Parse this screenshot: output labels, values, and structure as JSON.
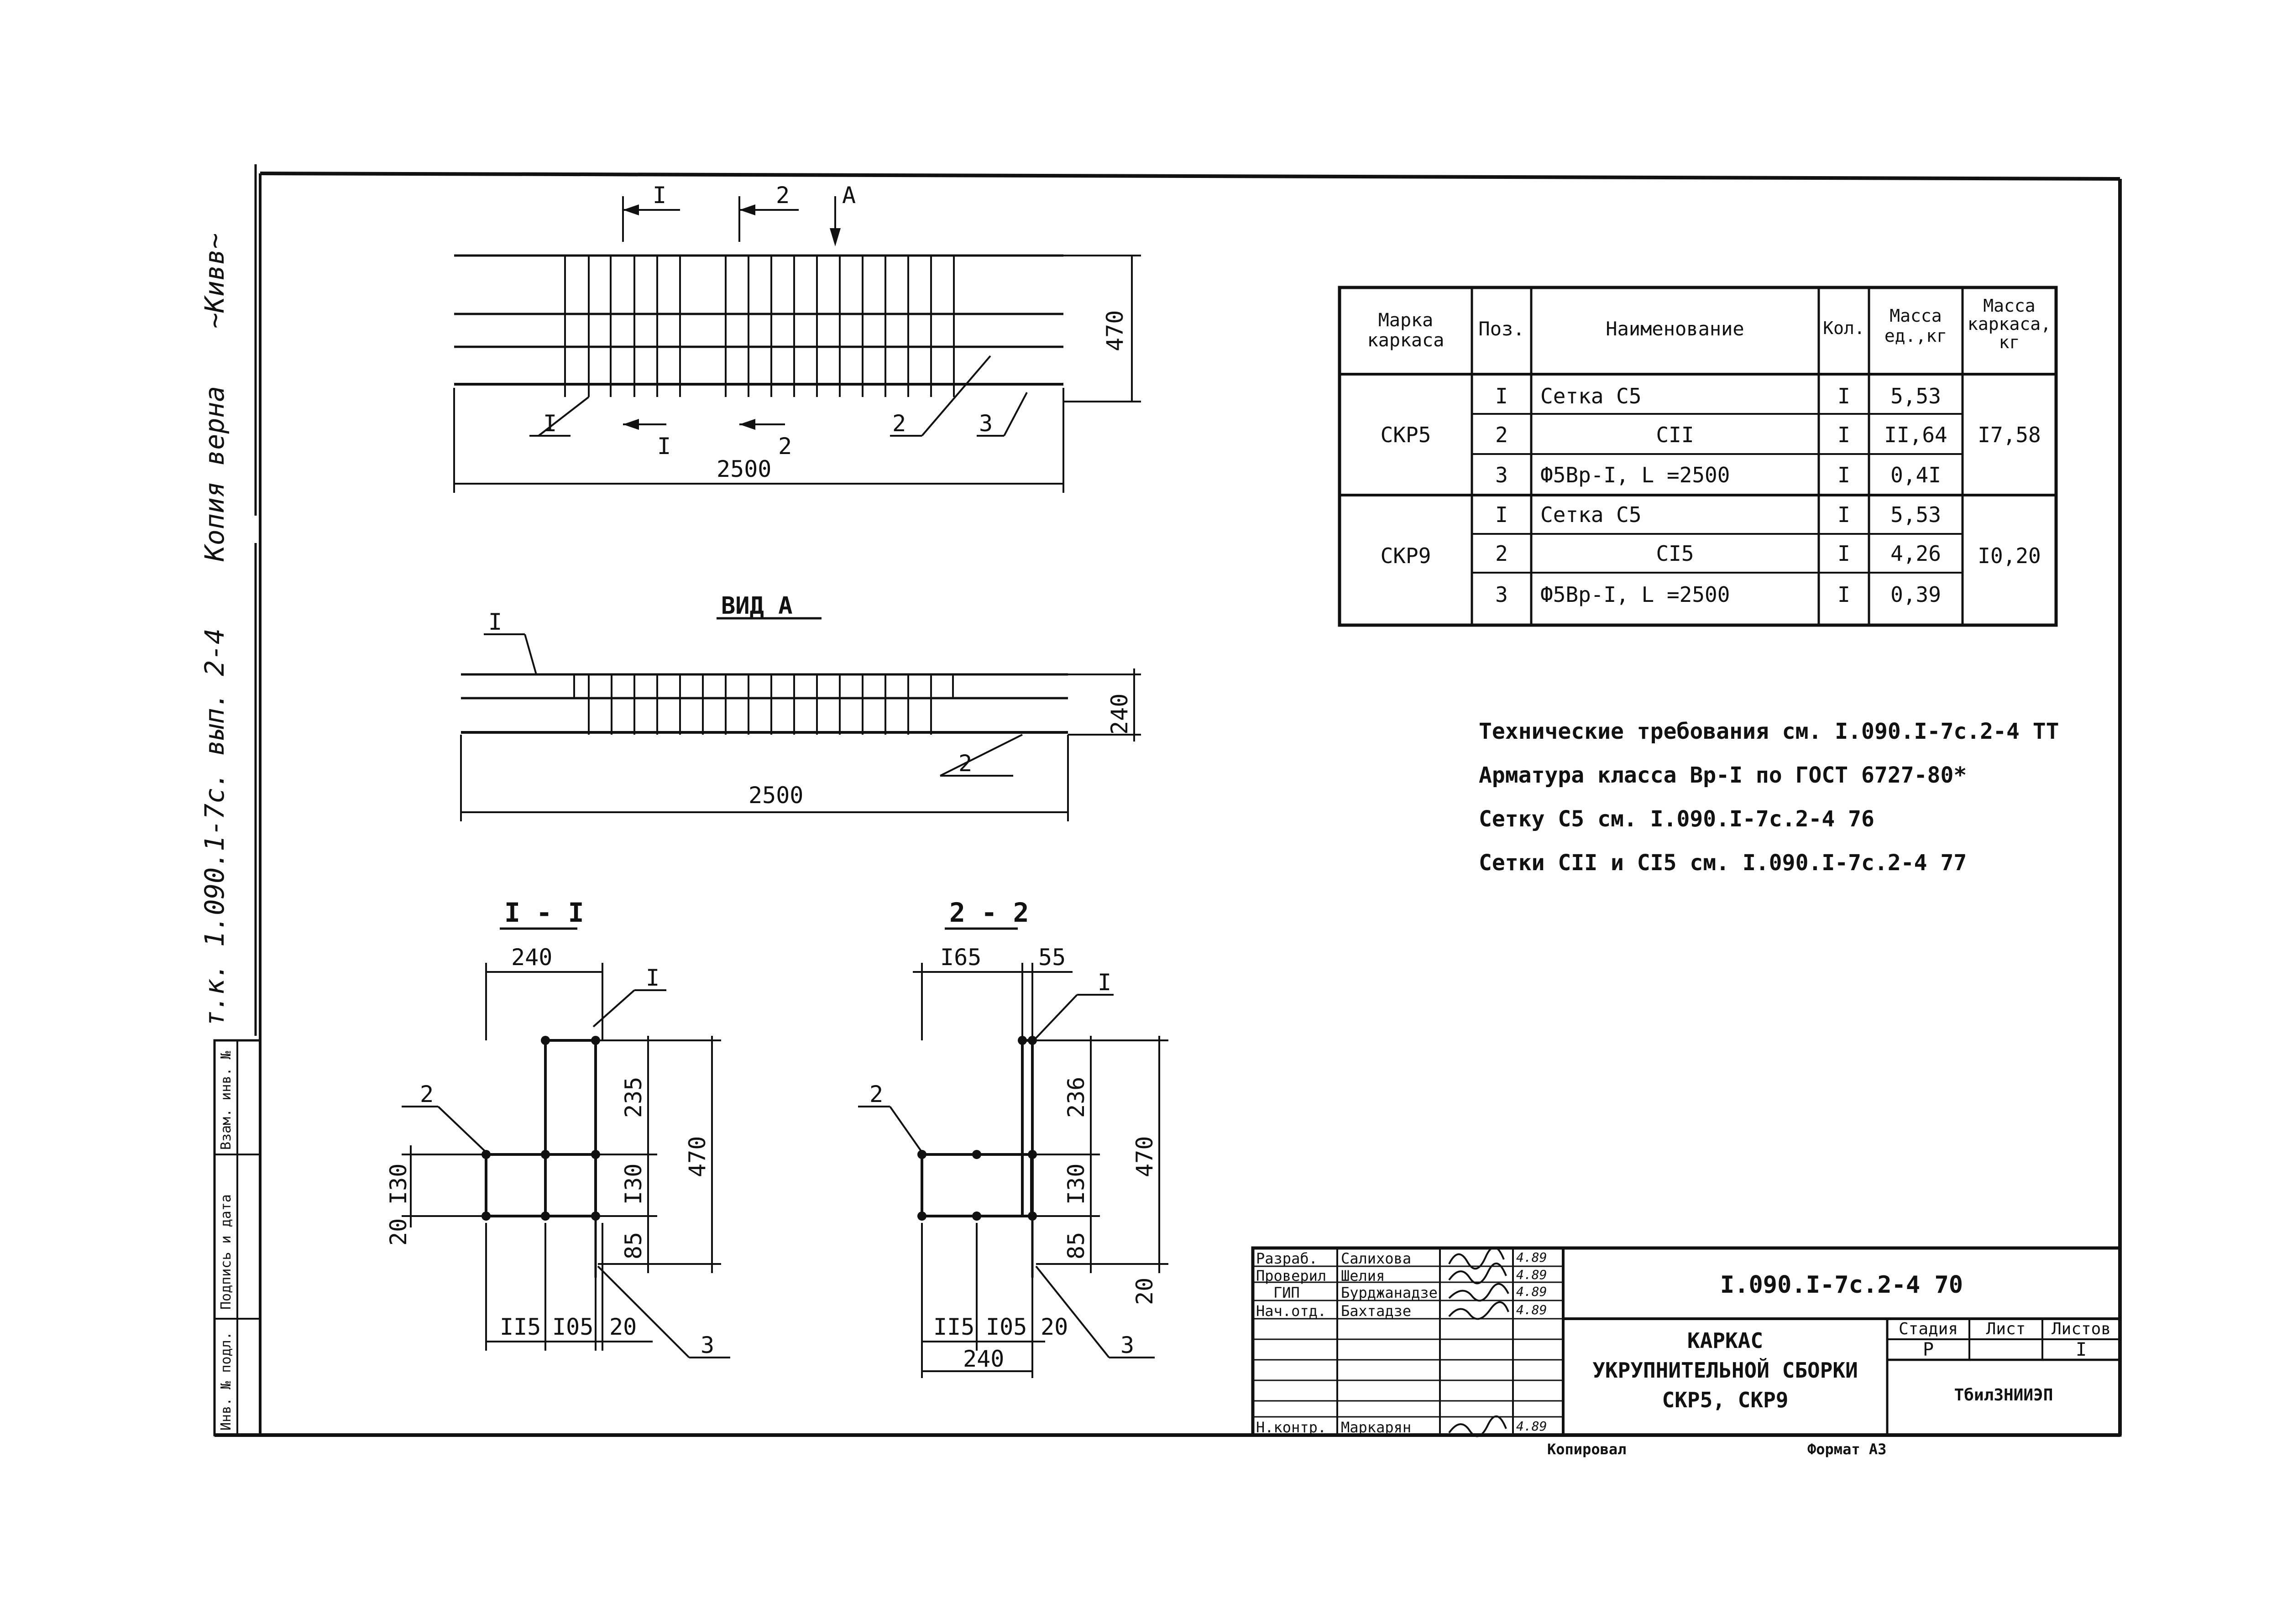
{
  "side_notes": {
    "copy_verified": "Копия верна",
    "series_ref": "т.к. 1.090.1-7с. вып. 2-4"
  },
  "stamp_labels": [
    "Инв. № подл.",
    "Подпись и дата",
    "Взам. инв. №"
  ],
  "plan": {
    "section_marks": [
      "I",
      "2",
      "А",
      "I",
      "2"
    ],
    "callouts": [
      "I",
      "2",
      "3"
    ],
    "dim_length": "2500",
    "dim_height": "470"
  },
  "view_a": {
    "title": "ВИД А",
    "callouts": [
      "I",
      "2"
    ],
    "dim_length": "2500",
    "dim_height": "240"
  },
  "section_1": {
    "title": "I - I",
    "dims": [
      "240",
      "235",
      "I30",
      "470",
      "I30",
      "85",
      "20",
      "II5",
      "I05",
      "20"
    ],
    "callouts": [
      "I",
      "2",
      "3"
    ]
  },
  "section_2": {
    "title": "2 - 2",
    "dims": [
      "I65",
      "55",
      "236",
      "I30",
      "470",
      "85",
      "20",
      "II5",
      "I05",
      "20",
      "240"
    ],
    "callouts": [
      "I",
      "2",
      "3"
    ]
  },
  "spec_table": {
    "headers": [
      "Марка каркаса",
      "Поз.",
      "Наименование",
      "Кол.",
      "Масса ед.,кг",
      "Масса каркаса, кг"
    ],
    "groups": [
      {
        "mark": "СКР5",
        "total": "I7,58",
        "rows": [
          {
            "pos": "I",
            "name": "Сетка С5",
            "qty": "I",
            "mass": "5,53"
          },
          {
            "pos": "2",
            "name": "СII",
            "qty": "I",
            "mass": "II,64"
          },
          {
            "pos": "3",
            "name": "Ф5Вр-I, L =2500",
            "qty": "I",
            "mass": "0,4I"
          }
        ]
      },
      {
        "mark": "СКР9",
        "total": "I0,20",
        "rows": [
          {
            "pos": "I",
            "name": "Сетка С5",
            "qty": "I",
            "mass": "5,53"
          },
          {
            "pos": "2",
            "name": "СI5",
            "qty": "I",
            "mass": "4,26"
          },
          {
            "pos": "3",
            "name": "Ф5Вр-I, L =2500",
            "qty": "I",
            "mass": "0,39"
          }
        ]
      }
    ]
  },
  "notes": [
    "Технические требования см. I.090.I-7с.2-4 ТТ",
    "Арматура класса Вр-I по ГОСТ 6727-80*",
    "Сетку С5 см. I.090.I-7с.2-4 76",
    "Сетки СII и СI5 см. I.090.I-7с.2-4 77"
  ],
  "title_block": {
    "roles": [
      {
        "role": "Разраб.",
        "name": "Салихова",
        "date": "4.89"
      },
      {
        "role": "Проверил",
        "name": "Шелия",
        "date": "4.89"
      },
      {
        "role": "ГИП",
        "name": "Бурджанадзе",
        "date": "4.89"
      },
      {
        "role": "Нач.отд.",
        "name": "Бахтадзе",
        "date": "4.89"
      },
      {
        "role": "Н.контр.",
        "name": "Маркарян",
        "date": "4.89"
      }
    ],
    "doc_code": "I.090.I-7с.2-4 70",
    "title_lines": [
      "КАРКАС",
      "УКРУПНИТЕЛЬНОЙ СБОРКИ",
      "СКР5, СКР9"
    ],
    "stage_header": "Стадия",
    "sheet_header": "Лист",
    "sheets_header": "Листов",
    "stage": "Р",
    "sheet": "",
    "sheets": "I",
    "org": "ТбилЗНИИЭП"
  },
  "footer": {
    "copied": "Копировал",
    "format": "Формат А3"
  }
}
